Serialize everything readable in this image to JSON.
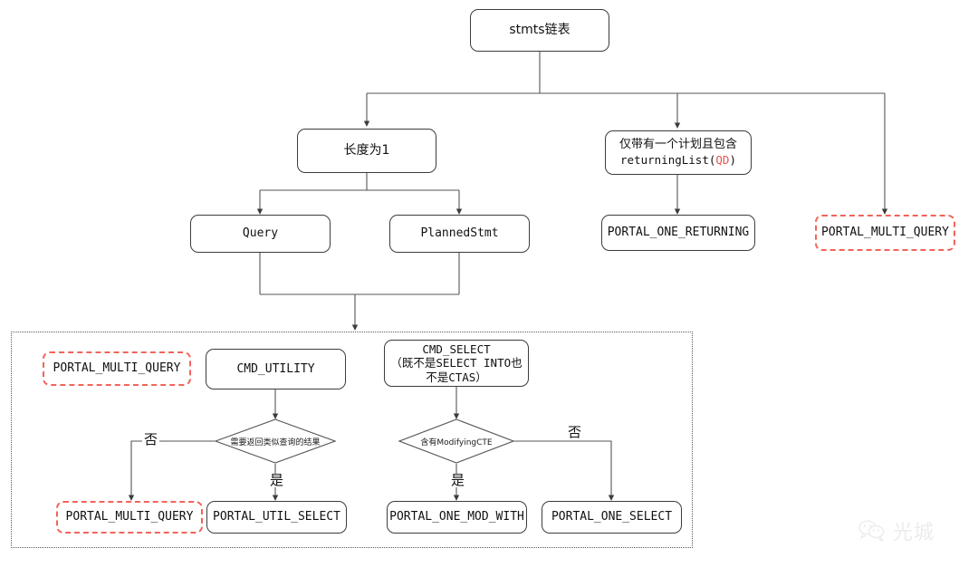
{
  "diagram": {
    "title": "stmts链表 Portal strategy decision flowchart",
    "colors": {
      "node_border": "#3c3c3c",
      "highlight_border": "#f2645a",
      "highlight_text_accent": "#e8534a",
      "group_border": "#5a5a5a",
      "text": "#111111",
      "background": "#ffffff"
    },
    "nodes": {
      "root": {
        "label": "stmts链表"
      },
      "len_one": {
        "label": "长度为1"
      },
      "returning": {
        "label_line1": "仅带有一个计划且包含",
        "label_line2_prefix": "returningList(",
        "label_line2_accent": "QD",
        "label_line2_suffix": ")"
      },
      "portal_multi_query_top": {
        "label": "PORTAL_MULTI_QUERY"
      },
      "query": {
        "label": "Query"
      },
      "planned_stmt": {
        "label": "PlannedStmt"
      },
      "portal_one_returning": {
        "label": "PORTAL_ONE_RETURNING"
      },
      "portal_multi_query_group": {
        "label": "PORTAL_MULTI_QUERY"
      },
      "cmd_utility": {
        "label": "CMD_UTILITY"
      },
      "cmd_select": {
        "label": "CMD_SELECT\n（既不是SELECT INTO也\n不是CTAS）"
      },
      "decision_util": {
        "label": "需要返回类似查询的结果"
      },
      "decision_cte": {
        "label": "含有ModifyingCTE"
      },
      "portal_multi_query_no": {
        "label": "PORTAL_MULTI_QUERY"
      },
      "portal_util_select": {
        "label": "PORTAL_UTIL_SELECT"
      },
      "portal_one_mod_with": {
        "label": "PORTAL_ONE_MOD_WITH"
      },
      "portal_one_select": {
        "label": "PORTAL_ONE_SELECT"
      }
    },
    "edge_labels": {
      "util_no": "否",
      "util_yes": "是",
      "cte_yes": "是",
      "cte_no": "否"
    },
    "watermark": {
      "text": "光城",
      "icon": "wechat-icon"
    }
  }
}
